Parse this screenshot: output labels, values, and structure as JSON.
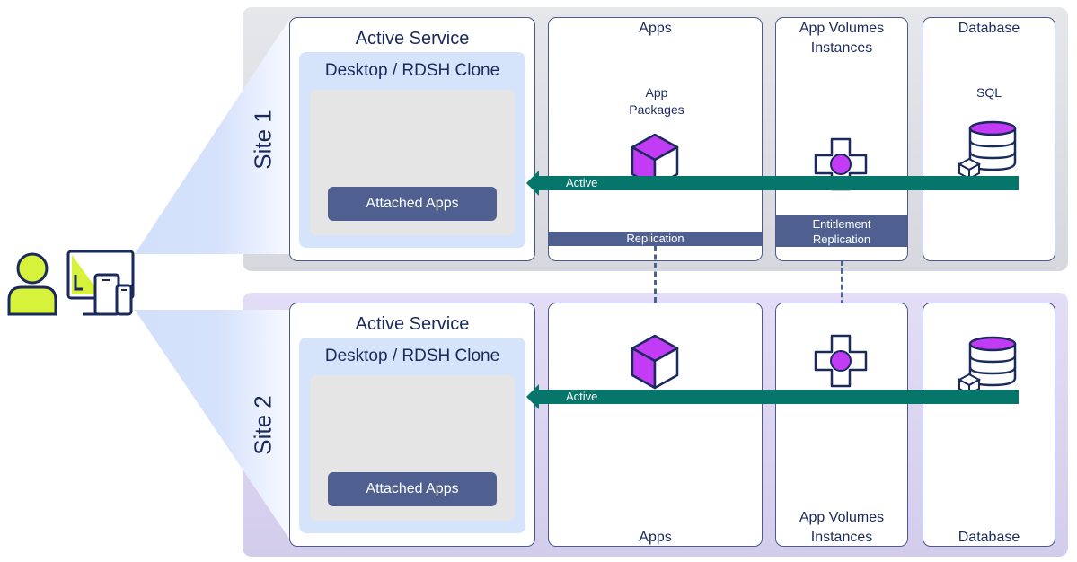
{
  "colors": {
    "navy": "#1b2a5c",
    "accent_purple": "#c23cf5",
    "active_green": "#06756a",
    "bar_blue": "#4f6090",
    "clone_blue": "#d5e3fb",
    "lime": "#d6f23a"
  },
  "user": {
    "icons": [
      "user-icon",
      "devices-icon"
    ]
  },
  "sites": [
    {
      "label": "Site 1",
      "active_service": {
        "title": "Active Service",
        "clone_title": "Desktop / RDSH Clone",
        "attached_label": "Attached Apps"
      },
      "apps": {
        "title": "Apps",
        "sub_label": "App Packages",
        "icon": "package-cube-icon",
        "bar_label": "Replication"
      },
      "app_volumes": {
        "title_line1": "App Volumes",
        "title_line2": "Instances",
        "icon": "cross-node-icon",
        "bar_line1": "Entitlement",
        "bar_line2": "Replication"
      },
      "database": {
        "title": "Database",
        "sub_label": "SQL",
        "icon": "database-icon"
      },
      "active_arrow_label": "Active"
    },
    {
      "label": "Site 2",
      "active_service": {
        "title": "Active Service",
        "clone_title": "Desktop / RDSH Clone",
        "attached_label": "Attached Apps"
      },
      "apps": {
        "title": "Apps",
        "icon": "package-cube-icon"
      },
      "app_volumes": {
        "title_line1": "App Volumes",
        "title_line2": "Instances",
        "icon": "cross-node-icon"
      },
      "database": {
        "title": "Database",
        "icon": "database-icon"
      },
      "active_arrow_label": "Active"
    }
  ]
}
